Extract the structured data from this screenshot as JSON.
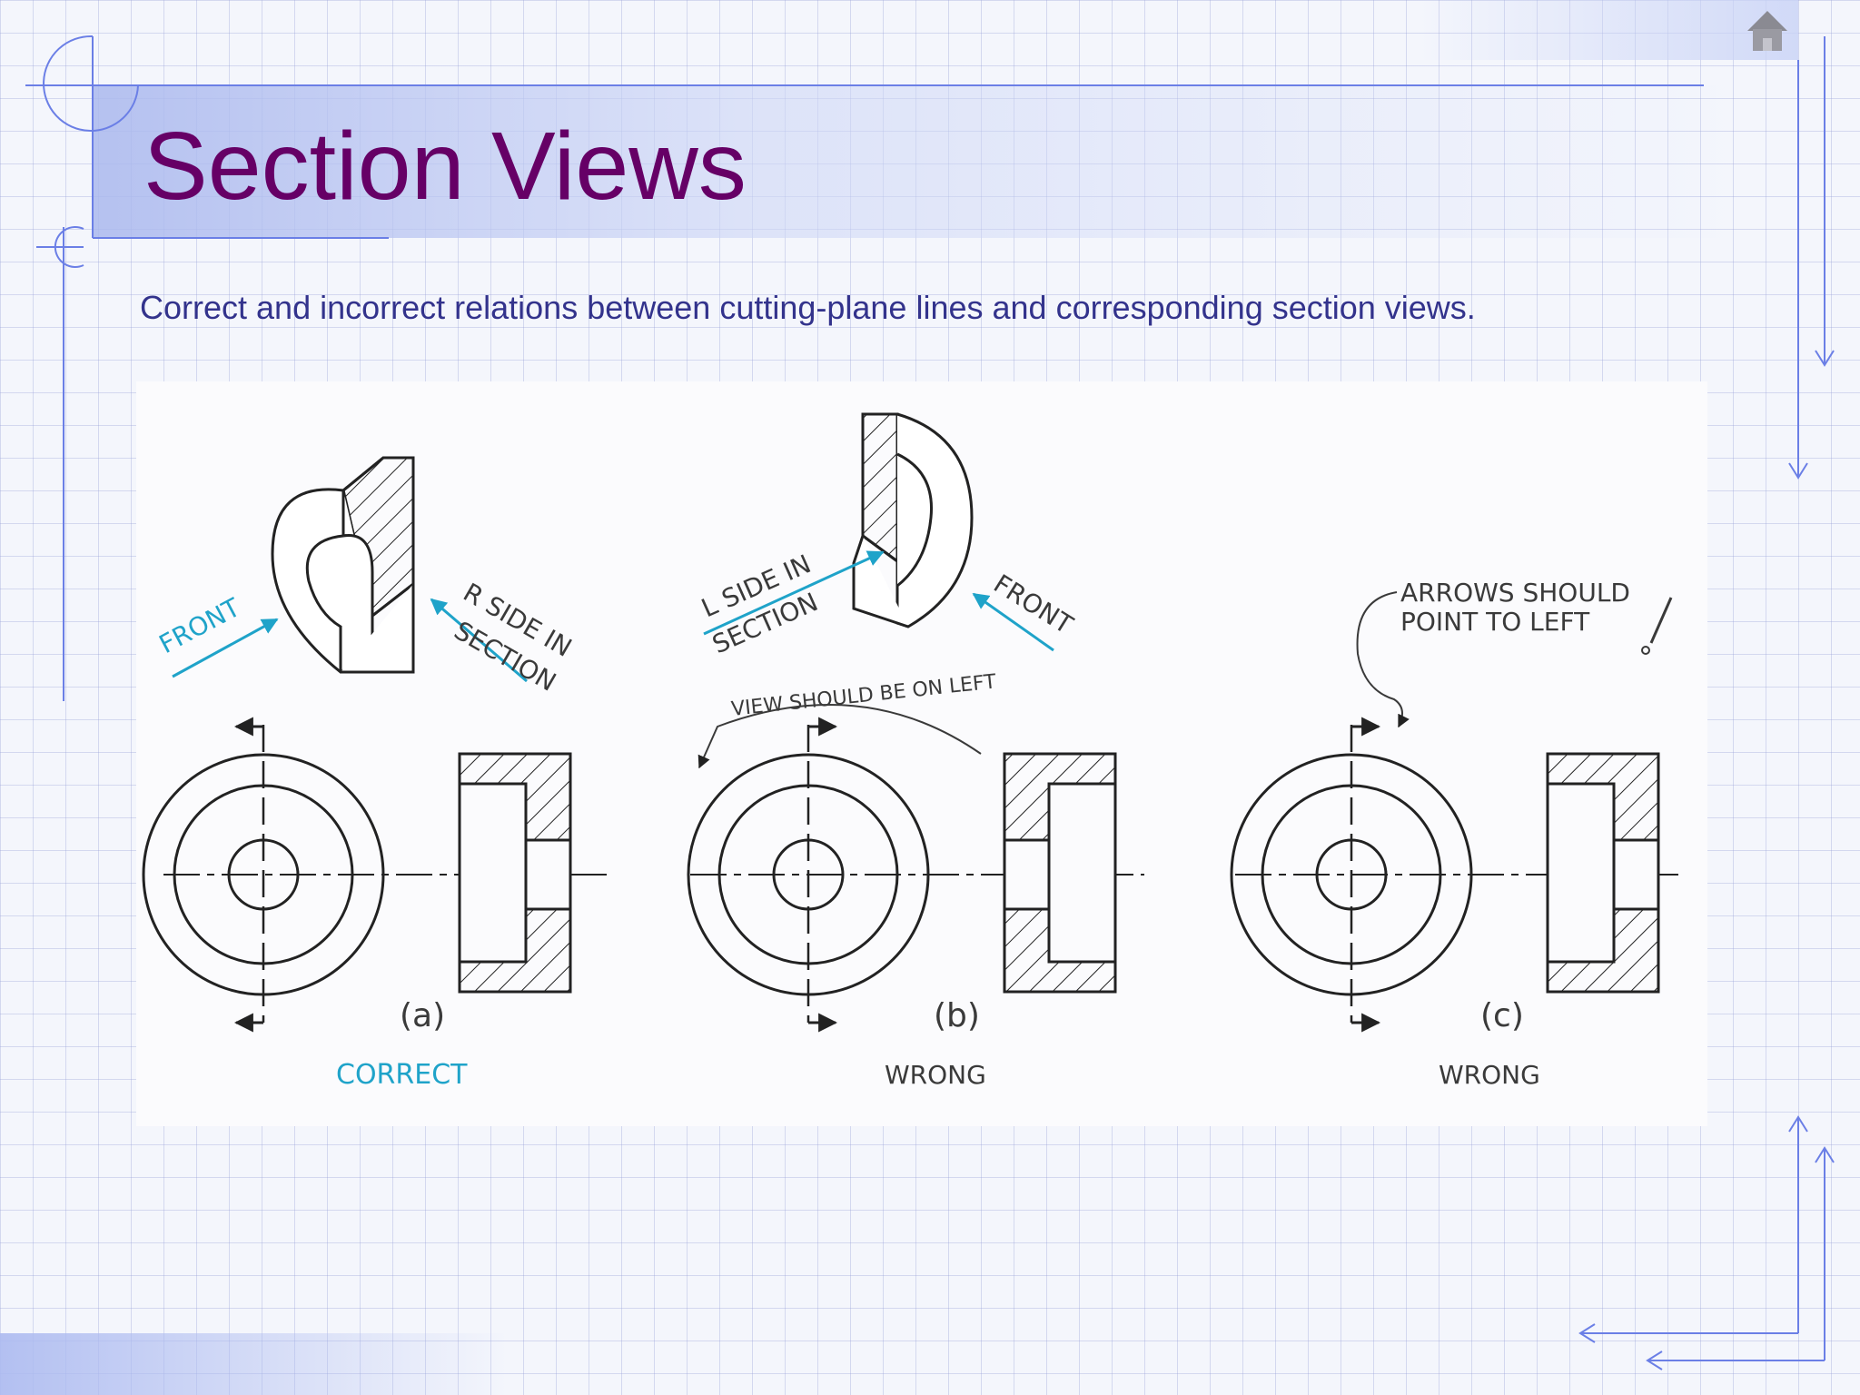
{
  "slide": {
    "title": "Section Views",
    "subtitle": "Correct and incorrect relations between cutting-plane lines and corresponding section views."
  },
  "navigation": {
    "home_icon": "home-icon"
  },
  "figure": {
    "panels": [
      {
        "id": "a",
        "letter": "(a)",
        "verdict": "CORRECT",
        "verdict_color": "#1fa3c9",
        "pictorial_labels": [
          "FRONT",
          "R SIDE IN",
          "SECTION"
        ]
      },
      {
        "id": "b",
        "letter": "(b)",
        "verdict": "WRONG",
        "verdict_color": "#3a3a3a",
        "pictorial_labels": [
          "L SIDE IN",
          "SECTION",
          "FRONT"
        ],
        "note": "VIEW SHOULD BE ON LEFT"
      },
      {
        "id": "c",
        "letter": "(c)",
        "verdict": "WRONG",
        "verdict_color": "#3a3a3a",
        "note_line1": "ARROWS SHOULD",
        "note_line2": "POINT TO LEFT"
      }
    ]
  },
  "colors": {
    "title": "#660066",
    "subtitle": "#33338c",
    "accent_line": "#5a6fe0",
    "drawing_line": "#222222",
    "highlight": "#1fa3c9"
  }
}
